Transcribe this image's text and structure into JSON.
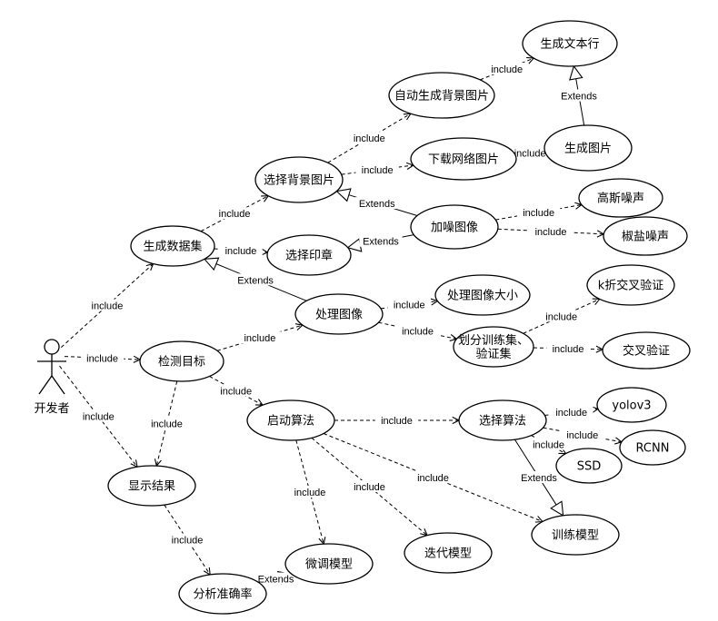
{
  "actor": {
    "id": "dev",
    "label": "开发者"
  },
  "use_cases": [
    {
      "id": "gen_text_line",
      "label": "生成文本行"
    },
    {
      "id": "auto_bg",
      "label": "自动生成背景图片"
    },
    {
      "id": "gen_image",
      "label": "生成图片"
    },
    {
      "id": "select_bg",
      "label": "选择背景图片"
    },
    {
      "id": "download_img",
      "label": "下载网络图片"
    },
    {
      "id": "gaussian",
      "label": "高斯噪声"
    },
    {
      "id": "add_noise",
      "label": "加噪图像"
    },
    {
      "id": "gen_dataset",
      "label": "生成数据集"
    },
    {
      "id": "select_seal",
      "label": "选择印章"
    },
    {
      "id": "salt_pepper",
      "label": "椒盐噪声"
    },
    {
      "id": "process_img",
      "label": "处理图像"
    },
    {
      "id": "resize_img",
      "label": "处理图像大小"
    },
    {
      "id": "kfold",
      "label": "k折交叉验证"
    },
    {
      "id": "split_sets",
      "label": "划分训练集、\n验证集"
    },
    {
      "id": "detect",
      "label": "检测目标"
    },
    {
      "id": "cross_val",
      "label": "交叉验证"
    },
    {
      "id": "start_algo",
      "label": "启动算法"
    },
    {
      "id": "select_algo",
      "label": "选择算法"
    },
    {
      "id": "yolov3",
      "label": "yolov3"
    },
    {
      "id": "rcnn",
      "label": "RCNN"
    },
    {
      "id": "ssd",
      "label": "SSD"
    },
    {
      "id": "show_result",
      "label": "显示结果"
    },
    {
      "id": "train_model",
      "label": "训练模型"
    },
    {
      "id": "iter_model",
      "label": "迭代模型"
    },
    {
      "id": "finetune",
      "label": "微调模型"
    },
    {
      "id": "accuracy",
      "label": "分析准确率"
    }
  ],
  "relations": [
    {
      "from": "dev",
      "to": "gen_dataset",
      "type": "include",
      "label": "include"
    },
    {
      "from": "dev",
      "to": "detect",
      "type": "include",
      "label": "include"
    },
    {
      "from": "dev",
      "to": "show_result",
      "type": "include",
      "label": "include"
    },
    {
      "from": "gen_dataset",
      "to": "select_bg",
      "type": "include",
      "label": "include"
    },
    {
      "from": "gen_dataset",
      "to": "select_seal",
      "type": "include",
      "label": "include"
    },
    {
      "from": "select_bg",
      "to": "auto_bg",
      "type": "include",
      "label": "include"
    },
    {
      "from": "select_bg",
      "to": "download_img",
      "type": "include",
      "label": "include"
    },
    {
      "from": "auto_bg",
      "to": "gen_text_line",
      "type": "include",
      "label": "include"
    },
    {
      "from": "download_img",
      "to": "gen_image",
      "type": "include",
      "label": "include"
    },
    {
      "from": "gen_image",
      "to": "gen_text_line",
      "type": "extends",
      "label": "Extends"
    },
    {
      "from": "add_noise",
      "to": "select_bg",
      "type": "extends",
      "label": "Extends"
    },
    {
      "from": "add_noise",
      "to": "select_seal",
      "type": "extends",
      "label": "Extends"
    },
    {
      "from": "add_noise",
      "to": "gaussian",
      "type": "include",
      "label": "include"
    },
    {
      "from": "add_noise",
      "to": "salt_pepper",
      "type": "include",
      "label": "include"
    },
    {
      "from": "process_img",
      "to": "gen_dataset",
      "type": "extends",
      "label": "Extends"
    },
    {
      "from": "process_img",
      "to": "resize_img",
      "type": "include",
      "label": "include"
    },
    {
      "from": "process_img",
      "to": "split_sets",
      "type": "include",
      "label": "include"
    },
    {
      "from": "split_sets",
      "to": "kfold",
      "type": "include",
      "label": "include"
    },
    {
      "from": "split_sets",
      "to": "cross_val",
      "type": "include",
      "label": "include"
    },
    {
      "from": "detect",
      "to": "process_img",
      "type": "include",
      "label": "include"
    },
    {
      "from": "detect",
      "to": "start_algo",
      "type": "include",
      "label": "include"
    },
    {
      "from": "detect",
      "to": "show_result",
      "type": "include",
      "label": "include"
    },
    {
      "from": "start_algo",
      "to": "select_algo",
      "type": "include",
      "label": "include"
    },
    {
      "from": "start_algo",
      "to": "train_model",
      "type": "include",
      "label": "include"
    },
    {
      "from": "start_algo",
      "to": "iter_model",
      "type": "include",
      "label": "include"
    },
    {
      "from": "start_algo",
      "to": "finetune",
      "type": "include",
      "label": "include"
    },
    {
      "from": "select_algo",
      "to": "yolov3",
      "type": "include",
      "label": "include"
    },
    {
      "from": "select_algo",
      "to": "rcnn",
      "type": "include",
      "label": "include"
    },
    {
      "from": "select_algo",
      "to": "ssd",
      "type": "include",
      "label": "include"
    },
    {
      "from": "select_algo",
      "to": "train_model",
      "type": "extends",
      "label": "Extends"
    },
    {
      "from": "show_result",
      "to": "accuracy",
      "type": "include",
      "label": "include"
    },
    {
      "from": "accuracy",
      "to": "finetune",
      "type": "extends",
      "label": "Extends"
    }
  ]
}
